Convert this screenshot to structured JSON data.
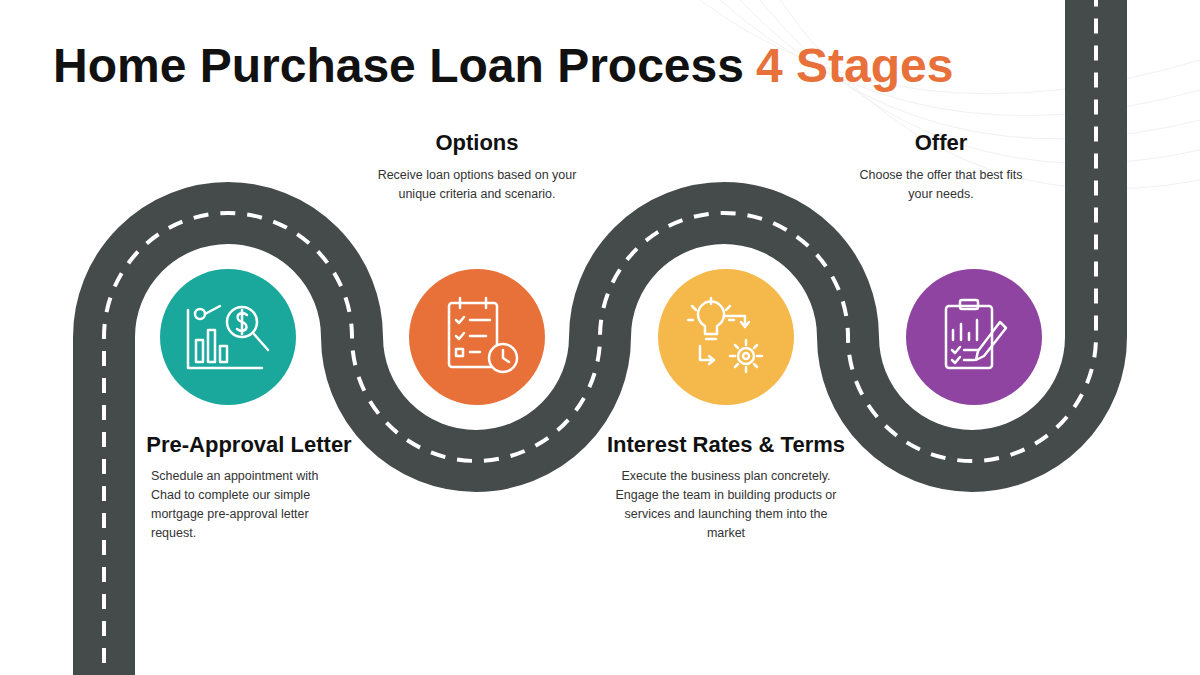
{
  "diagram": {
    "title": "Home Purchase Loan Process",
    "nodes": [
      {
        "text": [
          "Pre-Approval Letter",
          "Schedule an appointment with Chad to complete our simple mortgage pre-approval letter request."
        ]
      },
      {
        "text": [
          "Options",
          "Receive loan options based on your unique criteria and scenario."
        ]
      },
      {
        "text": [
          "Interest Rates & Terms",
          "Execute the business plan concretely. Engage the team in building products or services and launching them into the market"
        ]
      },
      {
        "text": [
          "Offer",
          "Choose the offer that best fits your needs."
        ]
      }
    ],
    "labels": [
      "4 Stages"
    ]
  }
}
